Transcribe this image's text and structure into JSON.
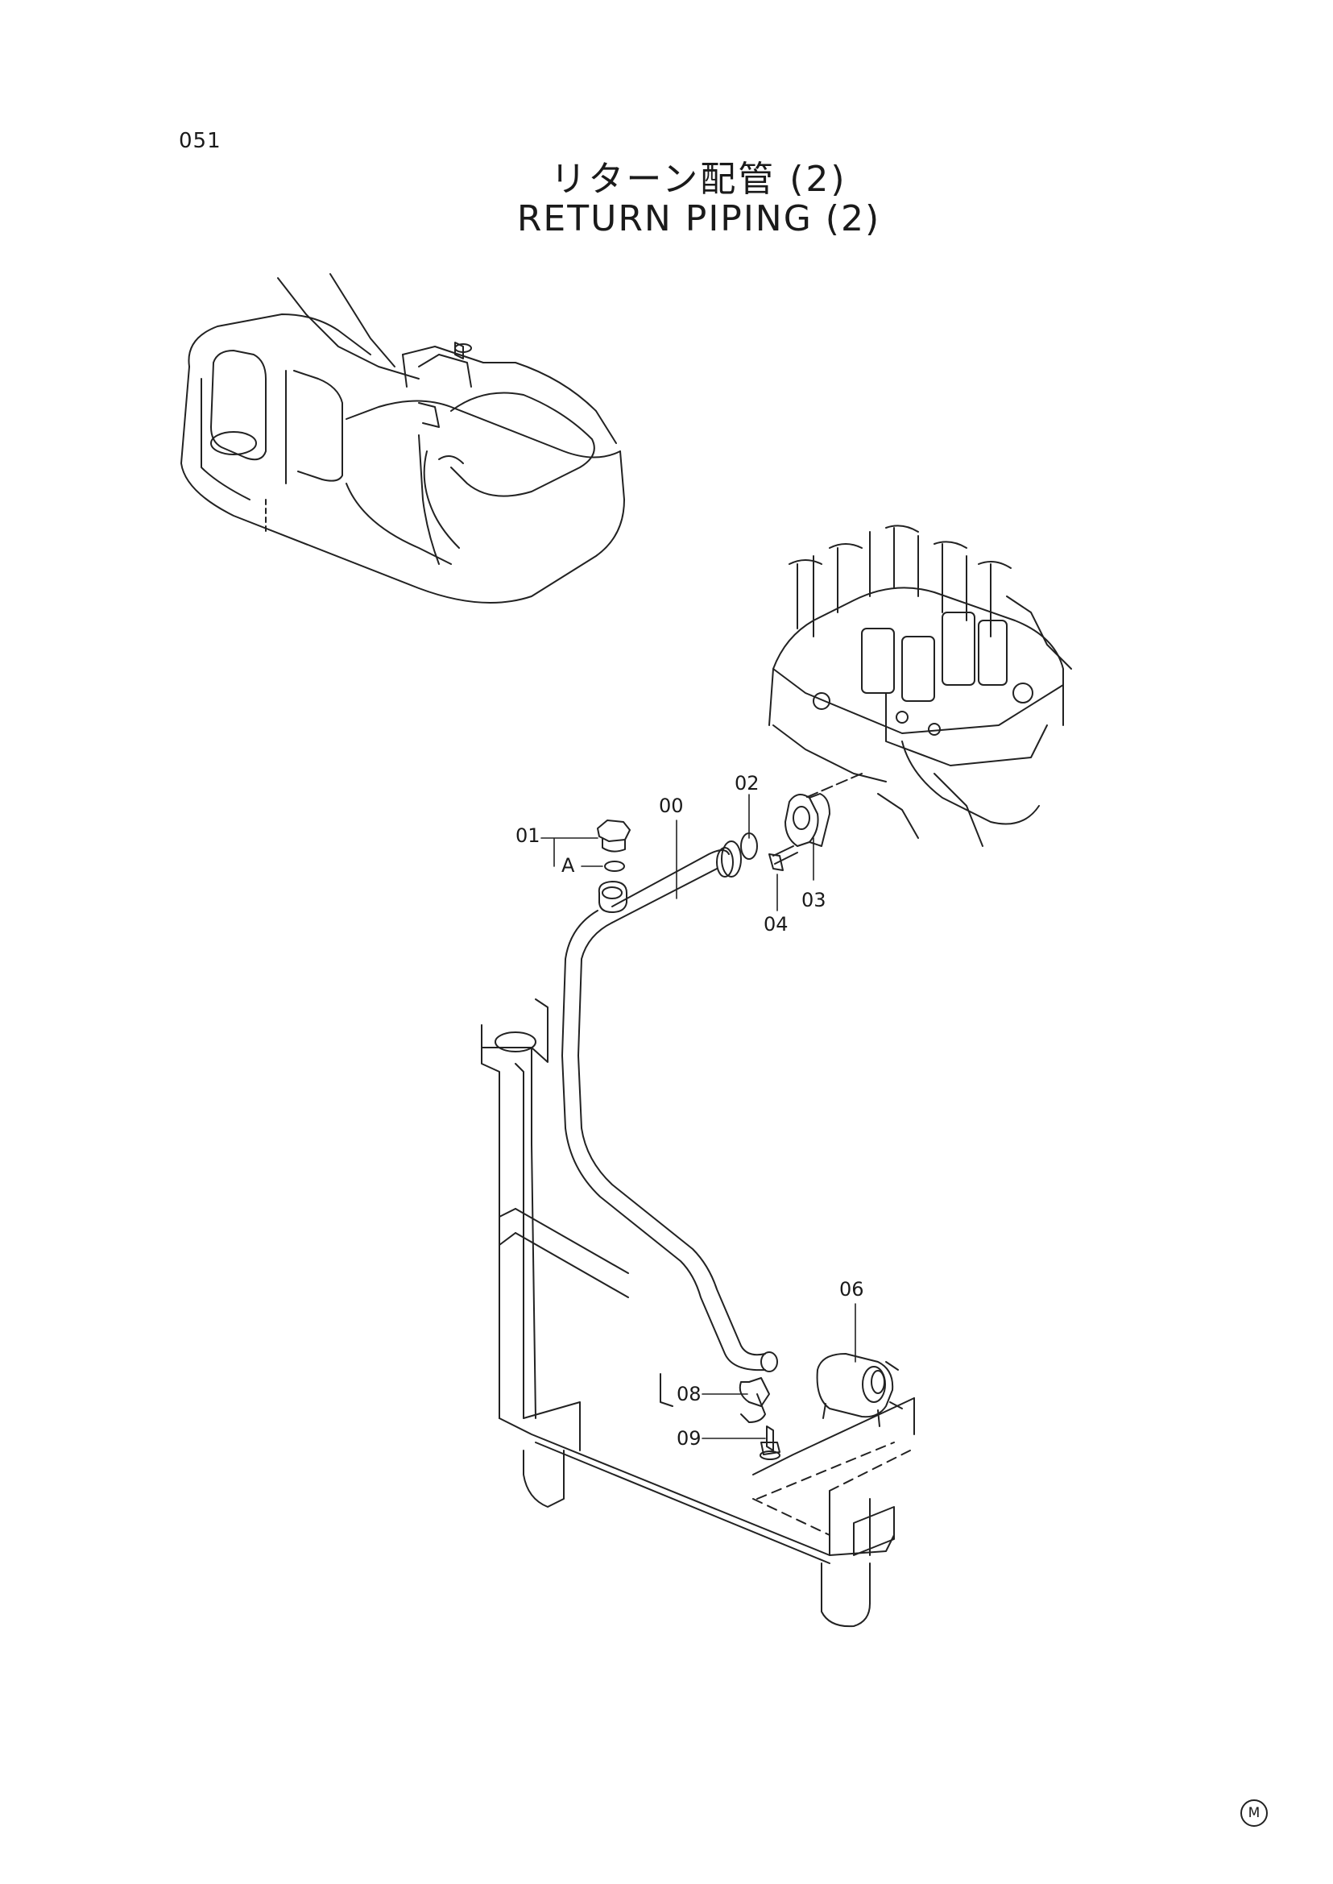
{
  "page_number": "051",
  "title_jp": "リターン配管 (2)",
  "title_en": "RETURN PIPING (2)",
  "callouts": {
    "p00": "00",
    "p01": "01",
    "pA": "A",
    "p02": "02",
    "p03": "03",
    "p04": "04",
    "p06": "06",
    "p08": "08",
    "p09": "09"
  },
  "marker": "M"
}
